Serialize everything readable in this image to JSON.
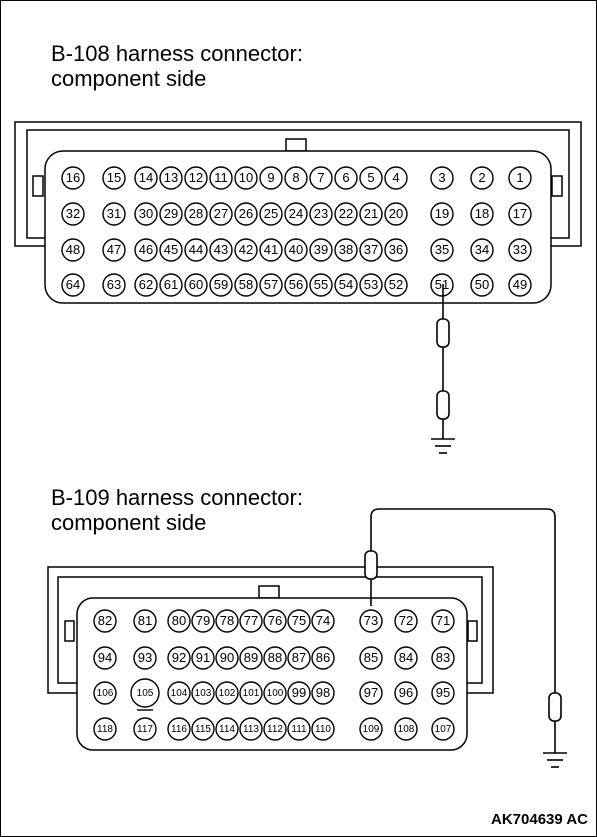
{
  "connector_1": {
    "title_line1": "B-108 harness connector:",
    "title_line2": "component side",
    "rows": [
      [
        "16",
        "15",
        "14",
        "13",
        "12",
        "11",
        "10",
        "9",
        "8",
        "7",
        "6",
        "5",
        "4",
        "3",
        "2",
        "1"
      ],
      [
        "32",
        "31",
        "30",
        "29",
        "28",
        "27",
        "26",
        "25",
        "24",
        "23",
        "22",
        "21",
        "20",
        "19",
        "18",
        "17"
      ],
      [
        "48",
        "47",
        "46",
        "45",
        "44",
        "43",
        "42",
        "41",
        "40",
        "39",
        "38",
        "37",
        "36",
        "35",
        "34",
        "33"
      ],
      [
        "64",
        "63",
        "62",
        "61",
        "60",
        "59",
        "58",
        "57",
        "56",
        "55",
        "54",
        "53",
        "52",
        "51",
        "50",
        "49"
      ]
    ],
    "probe_pin": "51"
  },
  "connector_2": {
    "title_line1": "B-109 harness connector:",
    "title_line2": "component side",
    "rows": [
      [
        "82",
        "81",
        "80",
        "79",
        "78",
        "77",
        "76",
        "75",
        "74",
        "73",
        "72",
        "71"
      ],
      [
        "94",
        "93",
        "92",
        "91",
        "90",
        "89",
        "88",
        "87",
        "86",
        "85",
        "84",
        "83"
      ],
      [
        "106",
        "105",
        "104",
        "103",
        "102",
        "101",
        "100",
        "99",
        "98",
        "97",
        "96",
        "95"
      ],
      [
        "118",
        "117",
        "116",
        "115",
        "114",
        "113",
        "112",
        "111",
        "110",
        "109",
        "108",
        "107"
      ]
    ],
    "probe_pin": "73"
  },
  "figure_code": "AK704639 AC"
}
